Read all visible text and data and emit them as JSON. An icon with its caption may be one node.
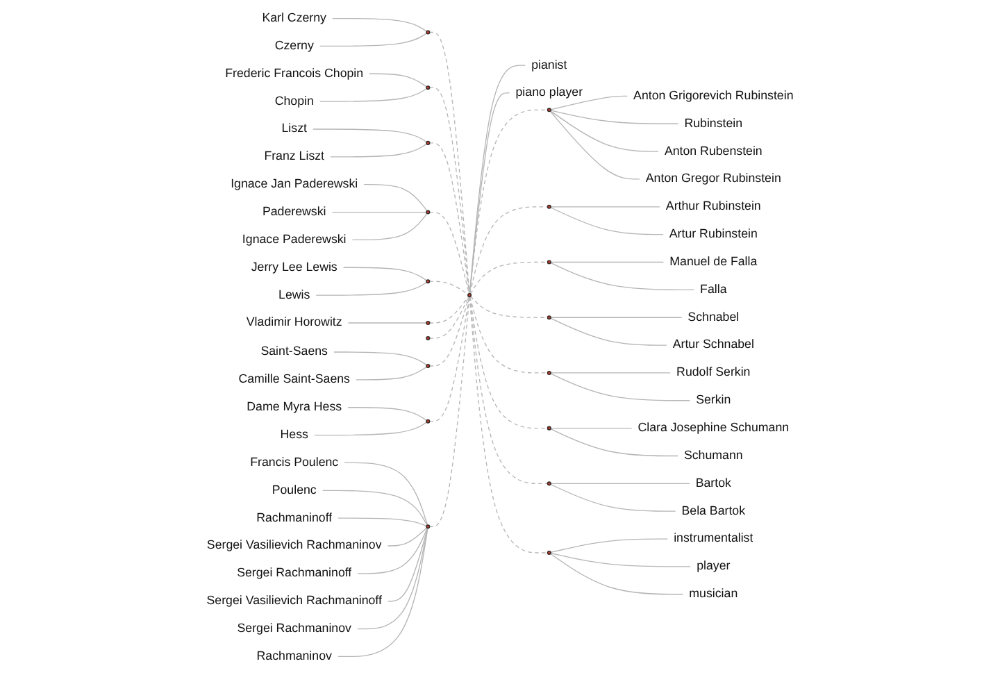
{
  "diagram": {
    "nodes": [
      {
        "text": [],
        "shape": "circle"
      },
      {
        "text": [
          "pianist"
        ]
      },
      {
        "text": [
          "piano player"
        ]
      },
      {
        "text": [],
        "shape": "circle"
      },
      {
        "text": [
          "Karl Czerny"
        ]
      },
      {
        "text": [
          "Czerny"
        ]
      },
      {
        "text": [],
        "shape": "circle"
      },
      {
        "text": [
          "Frederic Francois Chopin"
        ]
      },
      {
        "text": [
          "Chopin"
        ]
      },
      {
        "text": [],
        "shape": "circle"
      },
      {
        "text": [
          "Liszt"
        ]
      },
      {
        "text": [
          "Franz Liszt"
        ]
      },
      {
        "text": [],
        "shape": "circle"
      },
      {
        "text": [
          "Ignace Jan Paderewski"
        ]
      },
      {
        "text": [
          "Paderewski"
        ]
      },
      {
        "text": [
          "Ignace Paderewski"
        ]
      },
      {
        "text": [],
        "shape": "circle"
      },
      {
        "text": [
          "Jerry Lee Lewis"
        ]
      },
      {
        "text": [
          "Lewis"
        ]
      },
      {
        "text": [],
        "shape": "circle"
      },
      {
        "text": [
          "Vladimir Horowitz"
        ]
      },
      {
        "text": [],
        "shape": "circle"
      },
      {
        "text": [],
        "shape": "circle"
      },
      {
        "text": [
          "Saint-Saens"
        ]
      },
      {
        "text": [
          "Camille Saint-Saens"
        ]
      },
      {
        "text": [],
        "shape": "circle"
      },
      {
        "text": [
          "Dame Myra Hess"
        ]
      },
      {
        "text": [
          "Hess"
        ]
      },
      {
        "text": [],
        "shape": "circle"
      },
      {
        "text": [
          "Anton Grigorevich Rubinstein"
        ]
      },
      {
        "text": [
          "Rubinstein"
        ]
      },
      {
        "text": [
          "Anton Rubenstein"
        ]
      },
      {
        "text": [
          "Anton Gregor Rubinstein"
        ]
      },
      {
        "text": [],
        "shape": "circle"
      },
      {
        "text": [
          "Arthur Rubinstein"
        ]
      },
      {
        "text": [
          "Artur Rubinstein"
        ]
      },
      {
        "text": [],
        "shape": "circle"
      },
      {
        "text": [
          "Manuel de Falla"
        ]
      },
      {
        "text": [
          "Falla"
        ]
      },
      {
        "text": [],
        "shape": "circle"
      },
      {
        "text": [
          "Schnabel"
        ]
      },
      {
        "text": [
          "Artur Schnabel"
        ]
      },
      {
        "text": [],
        "shape": "circle"
      },
      {
        "text": [
          "Rudolf Serkin"
        ]
      },
      {
        "text": [
          "Serkin"
        ]
      },
      {
        "text": [],
        "shape": "circle"
      },
      {
        "text": [
          "Clara Josephine Schumann"
        ]
      },
      {
        "text": [
          "Schumann"
        ]
      },
      {
        "text": [],
        "shape": "circle"
      },
      {
        "text": [
          "Bartok"
        ]
      },
      {
        "text": [
          "Bela Bartok"
        ]
      },
      {
        "text": [],
        "shape": "circle"
      },
      {
        "text": [
          "Francis Poulenc"
        ]
      },
      {
        "text": [
          "Poulenc"
        ]
      },
      {
        "text": [
          "Rachmaninoff"
        ]
      },
      {
        "text": [
          "Sergei Vasilievich Rachmaninov"
        ]
      },
      {
        "text": [
          "Sergei Rachmaninoff"
        ]
      },
      {
        "text": [
          "Sergei Vasilievich Rachmaninoff"
        ]
      },
      {
        "text": [
          "Sergei Rachmaninov"
        ]
      },
      {
        "text": [
          "Rachmaninov"
        ]
      },
      {
        "text": [],
        "shape": "circle"
      },
      {
        "text": [
          "instrumentalist"
        ]
      },
      {
        "text": [
          "player"
        ]
      },
      {
        "text": [
          "musician"
        ]
      }
    ],
    "edges": [
      {
        "from": 0,
        "to": 1,
        "arrow": "none"
      },
      {
        "from": 0,
        "to": 2,
        "arrow": "none"
      },
      {
        "from": 3,
        "to": 0,
        "arrow": "none",
        "style": "dashed"
      },
      {
        "from": 4,
        "to": 3,
        "arrow": "none"
      },
      {
        "from": 5,
        "to": 3,
        "arrow": "none"
      },
      {
        "from": 6,
        "to": 0,
        "arrow": "none",
        "style": "dashed"
      },
      {
        "from": 7,
        "to": 6,
        "arrow": "none"
      },
      {
        "from": 8,
        "to": 6,
        "arrow": "none"
      },
      {
        "from": 9,
        "to": 0,
        "arrow": "none",
        "style": "dashed"
      },
      {
        "from": 10,
        "to": 9,
        "arrow": "none"
      },
      {
        "from": 11,
        "to": 9,
        "arrow": "none"
      },
      {
        "from": 12,
        "to": 0,
        "arrow": "none",
        "style": "dashed"
      },
      {
        "from": 13,
        "to": 12,
        "arrow": "none"
      },
      {
        "from": 14,
        "to": 12,
        "arrow": "none"
      },
      {
        "from": 15,
        "to": 12,
        "arrow": "none"
      },
      {
        "from": 16,
        "to": 0,
        "arrow": "none",
        "style": "dashed"
      },
      {
        "from": 17,
        "to": 16,
        "arrow": "none"
      },
      {
        "from": 18,
        "to": 16,
        "arrow": "none"
      },
      {
        "from": 19,
        "to": 0,
        "arrow": "none",
        "style": "dashed"
      },
      {
        "from": 20,
        "to": 19,
        "arrow": "none"
      },
      {
        "from": 21,
        "to": 0,
        "arrow": "none",
        "style": "dashed"
      },
      {
        "from": 22,
        "to": 0,
        "arrow": "none",
        "style": "dashed"
      },
      {
        "from": 23,
        "to": 22,
        "arrow": "none"
      },
      {
        "from": 24,
        "to": 22,
        "arrow": "none"
      },
      {
        "from": 25,
        "to": 0,
        "arrow": "none",
        "style": "dashed"
      },
      {
        "from": 26,
        "to": 25,
        "arrow": "none"
      },
      {
        "from": 27,
        "to": 25,
        "arrow": "none"
      },
      {
        "from": 0,
        "to": 28,
        "arrow": "none",
        "style": "dashed"
      },
      {
        "from": 28,
        "to": 29,
        "arrow": "none"
      },
      {
        "from": 28,
        "to": 30,
        "arrow": "none"
      },
      {
        "from": 28,
        "to": 31,
        "arrow": "none"
      },
      {
        "from": 28,
        "to": 32,
        "arrow": "none"
      },
      {
        "from": 0,
        "to": 33,
        "arrow": "none",
        "style": "dashed"
      },
      {
        "from": 33,
        "to": 34,
        "arrow": "none"
      },
      {
        "from": 33,
        "to": 35,
        "arrow": "none"
      },
      {
        "from": 0,
        "to": 36,
        "arrow": "none",
        "style": "dashed"
      },
      {
        "from": 36,
        "to": 37,
        "arrow": "none"
      },
      {
        "from": 36,
        "to": 38,
        "arrow": "none"
      },
      {
        "from": 0,
        "to": 39,
        "arrow": "none",
        "style": "dashed"
      },
      {
        "from": 39,
        "to": 40,
        "arrow": "none"
      },
      {
        "from": 39,
        "to": 41,
        "arrow": "none"
      },
      {
        "from": 0,
        "to": 42,
        "arrow": "none",
        "style": "dashed"
      },
      {
        "from": 42,
        "to": 43,
        "arrow": "none"
      },
      {
        "from": 42,
        "to": 44,
        "arrow": "none"
      },
      {
        "from": 0,
        "to": 45,
        "arrow": "none",
        "style": "dashed"
      },
      {
        "from": 45,
        "to": 46,
        "arrow": "none"
      },
      {
        "from": 45,
        "to": 47,
        "arrow": "none"
      },
      {
        "from": 0,
        "to": 48,
        "arrow": "none",
        "style": "dashed"
      },
      {
        "from": 48,
        "to": 49,
        "arrow": "none"
      },
      {
        "from": 48,
        "to": 50,
        "arrow": "none"
      },
      {
        "from": 51,
        "to": 0,
        "arrow": "none",
        "style": "dashed"
      },
      {
        "from": 52,
        "to": 51,
        "arrow": "none"
      },
      {
        "from": 53,
        "to": 51,
        "arrow": "none"
      },
      {
        "from": 54,
        "to": 51,
        "arrow": "none"
      },
      {
        "from": 55,
        "to": 51,
        "arrow": "none"
      },
      {
        "from": 56,
        "to": 51,
        "arrow": "none"
      },
      {
        "from": 57,
        "to": 51,
        "arrow": "none"
      },
      {
        "from": 58,
        "to": 51,
        "arrow": "none"
      },
      {
        "from": 59,
        "to": 51,
        "arrow": "none"
      },
      {
        "from": 0,
        "to": 60,
        "arrow": "none",
        "style": "dashed"
      },
      {
        "from": 60,
        "to": 61,
        "arrow": "none"
      },
      {
        "from": 60,
        "to": 62,
        "arrow": "none"
      },
      {
        "from": 60,
        "to": 63,
        "arrow": "none"
      }
    ]
  }
}
